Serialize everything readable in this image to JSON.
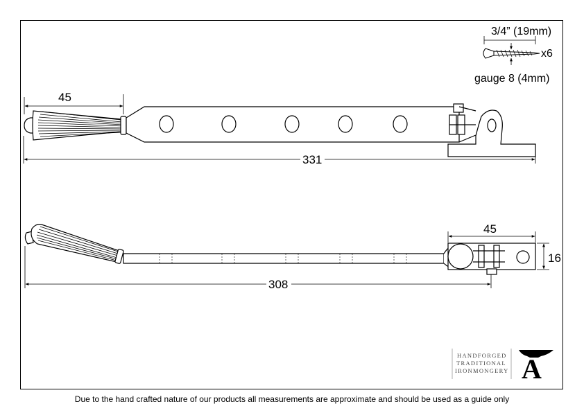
{
  "dimensions": {
    "top_handle_length": "45",
    "top_overall_length": "331",
    "bottom_overall_length": "308",
    "bottom_bracket_width": "45",
    "bottom_bracket_height": "16"
  },
  "screw": {
    "length_label": "3/4” (19mm)",
    "quantity_label": "x6",
    "gauge_label": "gauge 8 (4mm)"
  },
  "brand": {
    "line1": "HANDFORGED",
    "line2": "TRADITIONAL",
    "line3": "IRONMONGERY",
    "logo_letter": "A"
  },
  "disclaimer": "Due to the hand crafted nature of our products all measurements are approximate and should be used as a guide only"
}
